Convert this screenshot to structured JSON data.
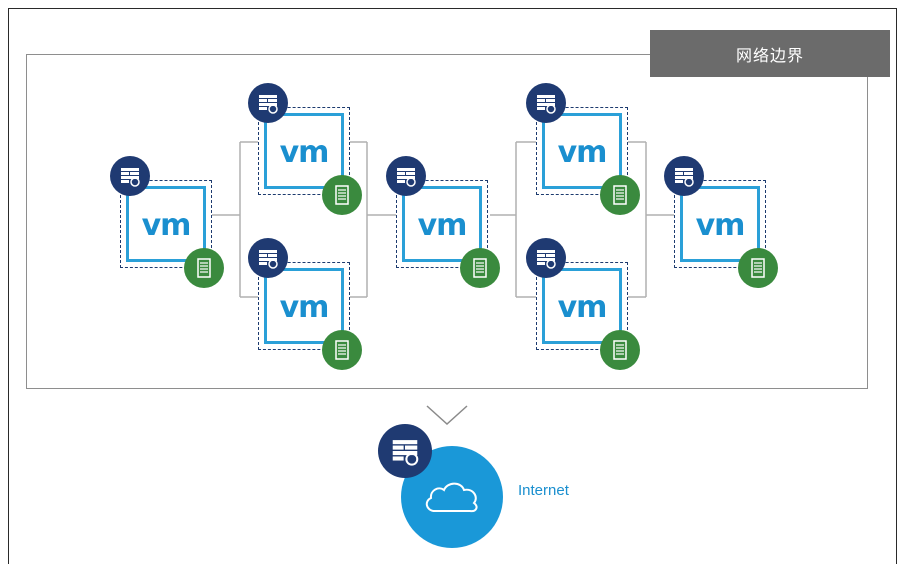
{
  "boundary_label": "网络边界",
  "vm_label": "vm",
  "internet_label": "Internet",
  "colors": {
    "firewall_badge": "#1f3a72",
    "policy_badge": "#3a8a3e",
    "vm_border": "#2aa0d8",
    "cloud": "#1a98d8",
    "boundary_label_bg": "#6b6b6b"
  },
  "icons": {
    "firewall": "firewall-icon",
    "policy": "document-icon",
    "cloud": "cloud-icon",
    "chevron": "chevron-down-icon"
  }
}
